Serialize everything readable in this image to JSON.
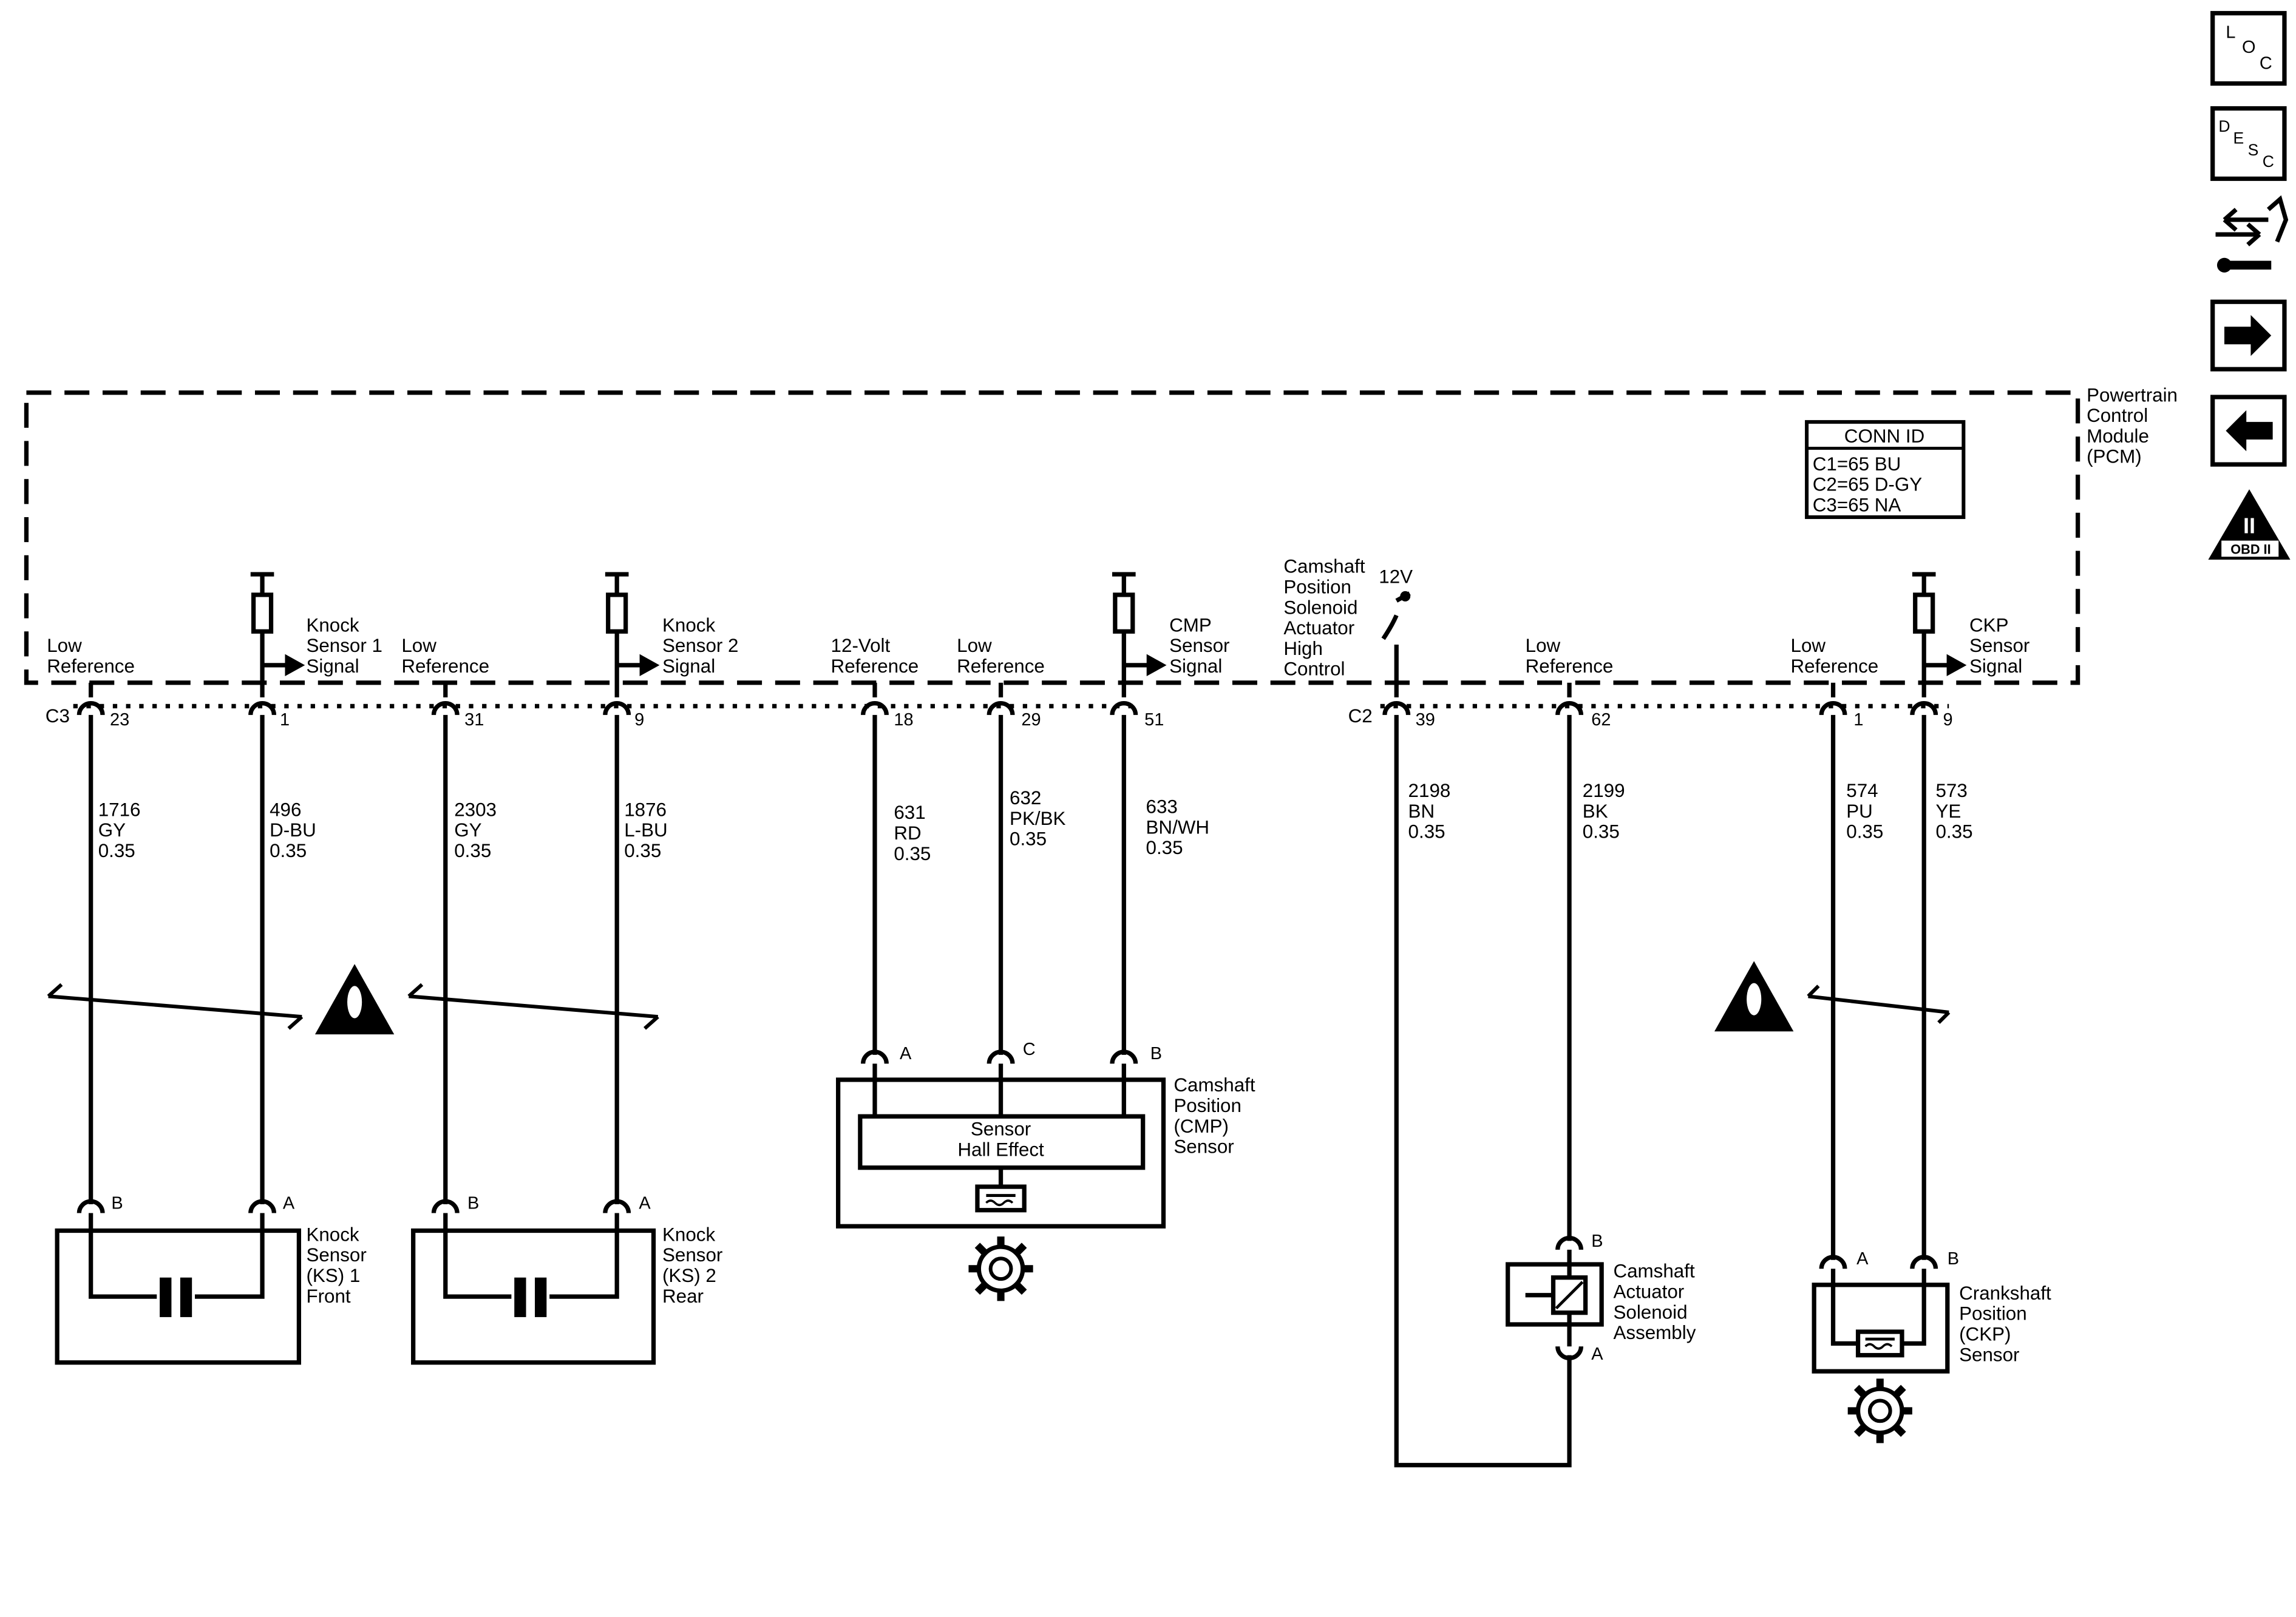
{
  "module": {
    "name": [
      "Powertrain",
      "Control",
      "Module",
      "(PCM)"
    ],
    "conn_id": {
      "title": "CONN ID",
      "lines": [
        "C1=65 BU",
        "C2=65 D-GY",
        "C3=65 NA"
      ]
    },
    "connectors": {
      "left": "C3",
      "right": "C2"
    }
  },
  "circuits": [
    {
      "id": "c23",
      "pin": "23",
      "label": [
        "Low",
        "Reference"
      ],
      "wire": [
        "1716",
        "GY",
        "0.35"
      ]
    },
    {
      "id": "c1a",
      "pin": "1",
      "label": [
        "Knock",
        "Sensor 1",
        "Signal"
      ],
      "wire": [
        "496",
        "D-BU",
        "0.35"
      ]
    },
    {
      "id": "c31",
      "pin": "31",
      "label": [
        "Low",
        "Reference"
      ],
      "wire": [
        "2303",
        "GY",
        "0.35"
      ]
    },
    {
      "id": "c9a",
      "pin": "9",
      "label": [
        "Knock",
        "Sensor 2",
        "Signal"
      ],
      "wire": [
        "1876",
        "L-BU",
        "0.35"
      ]
    },
    {
      "id": "c18",
      "pin": "18",
      "label": [
        "12-Volt",
        "Reference"
      ],
      "wire": [
        "631",
        "RD",
        "0.35"
      ]
    },
    {
      "id": "c29",
      "pin": "29",
      "label": [
        "Low",
        "Reference"
      ],
      "wire": [
        "632",
        "PK/BK",
        "0.35"
      ]
    },
    {
      "id": "c51",
      "pin": "51",
      "label": [
        "CMP",
        "Sensor",
        "Signal"
      ],
      "wire": [
        "633",
        "BN/WH",
        "0.35"
      ]
    },
    {
      "id": "c39",
      "pin": "39",
      "label": [
        "Camshaft",
        "Position",
        "Solenoid",
        "Actuator",
        "High",
        "Control"
      ],
      "supply": "12V",
      "wire": [
        "2198",
        "BN",
        "0.35"
      ]
    },
    {
      "id": "c62",
      "pin": "62",
      "label": [
        "Low",
        "Reference"
      ],
      "wire": [
        "2199",
        "BK",
        "0.35"
      ]
    },
    {
      "id": "c1b",
      "pin": "1",
      "label": [
        "Low",
        "Reference"
      ],
      "wire": [
        "574",
        "PU",
        "0.35"
      ]
    },
    {
      "id": "c9b",
      "pin": "9",
      "label": [
        "CKP",
        "Sensor",
        "Signal"
      ],
      "wire": [
        "573",
        "YE",
        "0.35"
      ]
    }
  ],
  "components": {
    "ks1": {
      "name": [
        "Knock",
        "Sensor",
        "(KS) 1",
        "Front"
      ],
      "pins": [
        "B",
        "A"
      ]
    },
    "ks2": {
      "name": [
        "Knock",
        "Sensor",
        "(KS) 2",
        "Rear"
      ],
      "pins": [
        "B",
        "A"
      ]
    },
    "cmp": {
      "name": [
        "Camshaft",
        "Position",
        "(CMP)",
        "Sensor"
      ],
      "inner": [
        "Sensor",
        "Hall Effect"
      ],
      "pins": [
        "A",
        "C",
        "B"
      ]
    },
    "solenoid": {
      "name": [
        "Camshaft",
        "Actuator",
        "Solenoid",
        "Assembly"
      ],
      "pins": [
        "B",
        "A"
      ]
    },
    "ckp": {
      "name": [
        "Crankshaft",
        "Position",
        "(CKP)",
        "Sensor"
      ],
      "pins": [
        "A",
        "B"
      ]
    }
  },
  "sidebar": {
    "loc": [
      "L",
      "O",
      "C"
    ],
    "desc": [
      "D",
      "E",
      "S",
      "C"
    ],
    "obd": [
      "II",
      "OBD II"
    ]
  }
}
